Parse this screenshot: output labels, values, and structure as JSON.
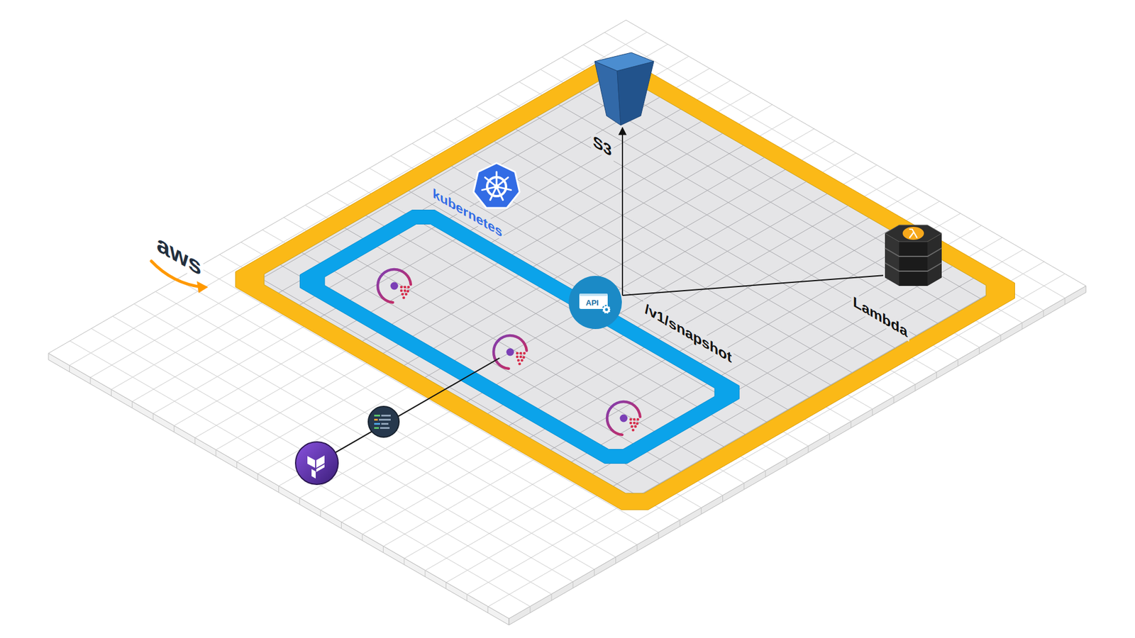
{
  "diagram": {
    "nodes": [
      {
        "text": [
          "aws"
        ]
      },
      {
        "text": [
          "S3"
        ],
        "in": 0
      },
      {
        "text": [
          "kubernetes"
        ],
        "in": 0
      },
      {
        "text": [
          "API",
          "/v1/snapshot"
        ],
        "in": 2
      },
      {
        "text": [
          "Lambda"
        ],
        "in": 0
      }
    ],
    "edges": [
      {
        "from": 3,
        "to": 1,
        "arrow": "to"
      },
      {
        "from": 3,
        "to": 4,
        "arrow": "none"
      }
    ]
  }
}
